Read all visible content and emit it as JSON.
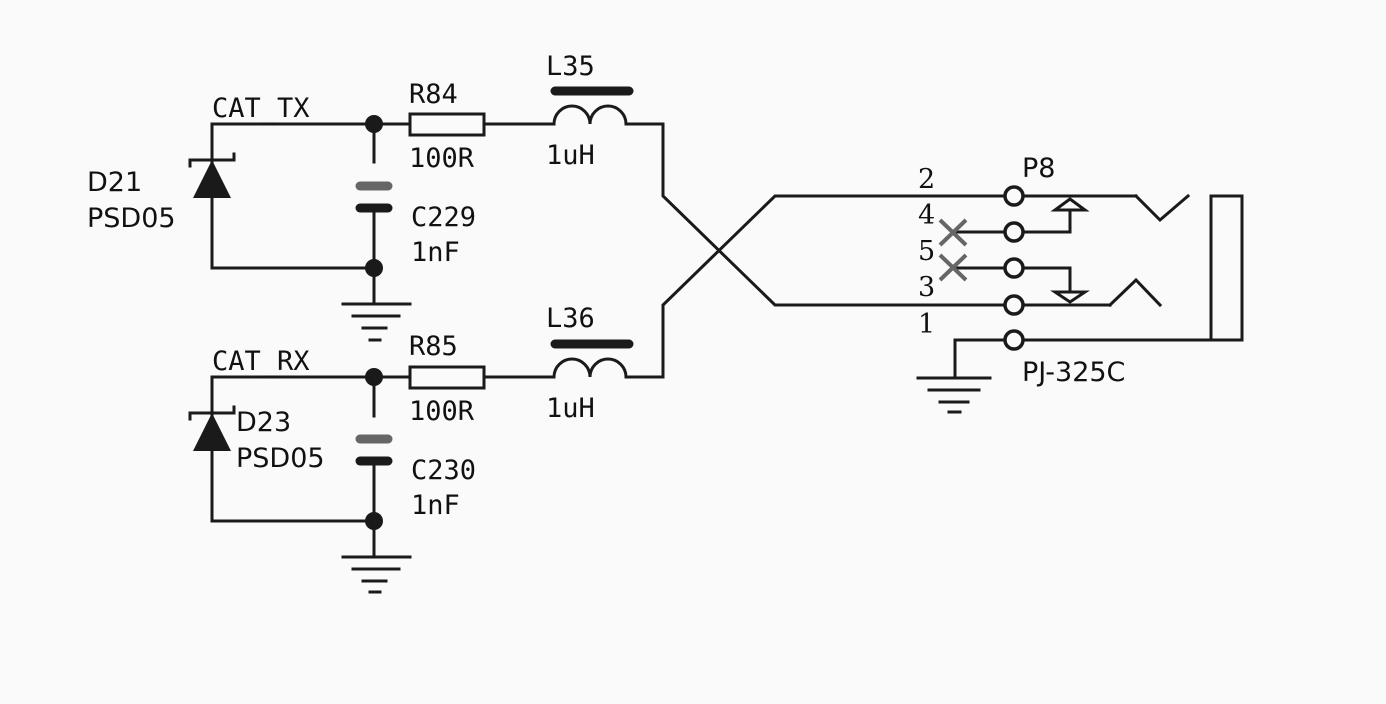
{
  "nets": {
    "tx": "CAT_TX",
    "rx": "CAT_RX"
  },
  "components": {
    "d21": {
      "ref": "D21",
      "value": "PSD05"
    },
    "d23": {
      "ref": "D23",
      "value": "PSD05"
    },
    "r84": {
      "ref": "R84",
      "value": "100R"
    },
    "r85": {
      "ref": "R85",
      "value": "100R"
    },
    "c229": {
      "ref": "C229",
      "value": "1nF"
    },
    "c230": {
      "ref": "C230",
      "value": "1nF"
    },
    "l35": {
      "ref": "L35",
      "value": "1uH"
    },
    "l36": {
      "ref": "L36",
      "value": "1uH"
    },
    "p8": {
      "ref": "P8",
      "value": "PJ-325C"
    }
  },
  "jack_pins": [
    "2",
    "4",
    "5",
    "3",
    "1"
  ]
}
